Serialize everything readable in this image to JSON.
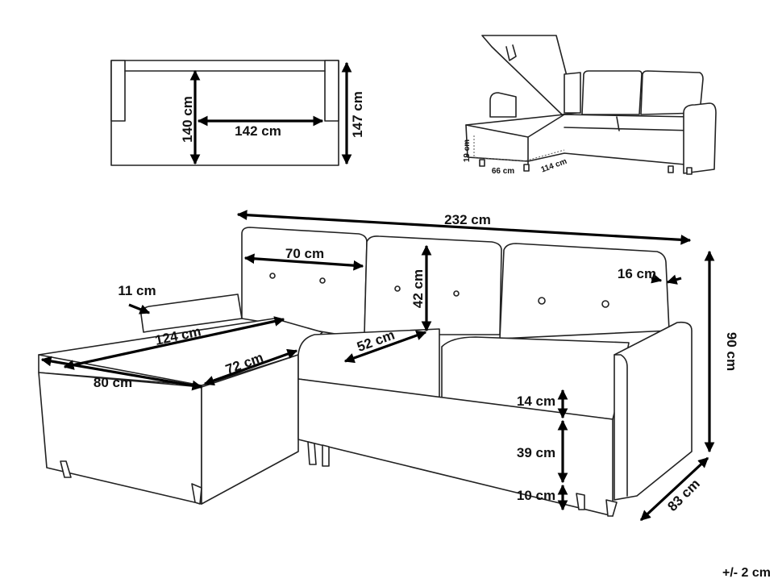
{
  "top_view": {
    "depth_inner": "140 cm",
    "width_inner": "142 cm",
    "depth_outer": "147 cm"
  },
  "storage_view": {
    "height": "19 cm",
    "width": "66 cm",
    "length": "114 cm"
  },
  "main_view": {
    "total_width": "232 cm",
    "back_cushion_width": "70 cm",
    "back_cushion_height": "42 cm",
    "armrest_left": "11 cm",
    "armrest_right": "16 cm",
    "chaise_length": "124 cm",
    "chaise_width": "80 cm",
    "chaise_seat_depth": "72 cm",
    "seat_depth": "52 cm",
    "total_height": "90 cm",
    "seat_thickness": "14 cm",
    "base_height": "39 cm",
    "leg_height": "10 cm",
    "total_depth": "83 cm"
  },
  "tolerance": "+/- 2 cm"
}
